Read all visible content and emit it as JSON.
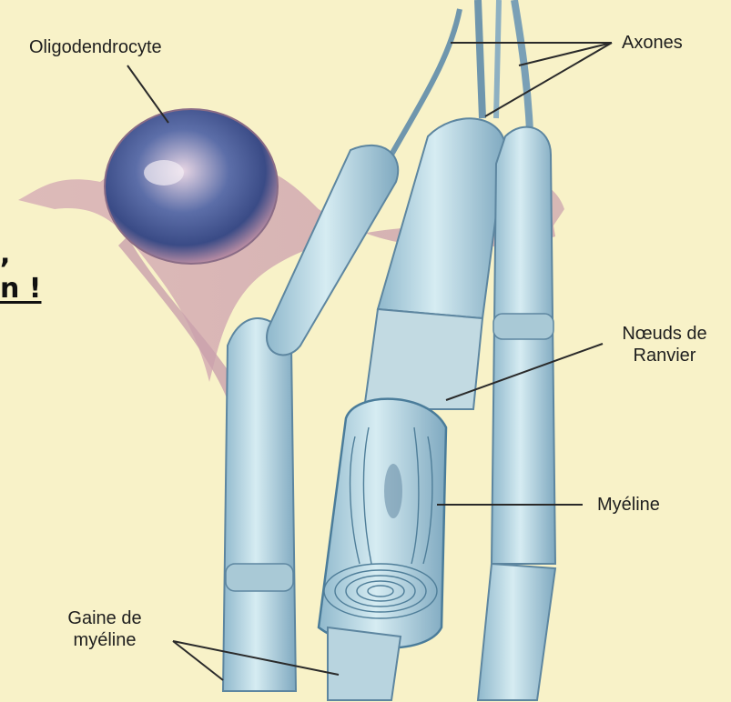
{
  "labels": {
    "oligodendrocyte": "Oligodendrocyte",
    "axones": "Axones",
    "noeuds_line1": "Nœuds de",
    "noeuds_line2": "Ranvier",
    "myeline": "Myéline",
    "gaine_line1": "Gaine de",
    "gaine_line2": "myéline"
  },
  "overlay_text": {
    "comma": ",",
    "fragment": "n !"
  },
  "colors": {
    "background": "#f8f2c8",
    "axon_fill": "#bcd8e2",
    "axon_stroke": "#4a7c9a",
    "cell_body": "#c89aa8",
    "cell_dark": "#3a4f8a",
    "leader_line": "#2a2a2a"
  }
}
